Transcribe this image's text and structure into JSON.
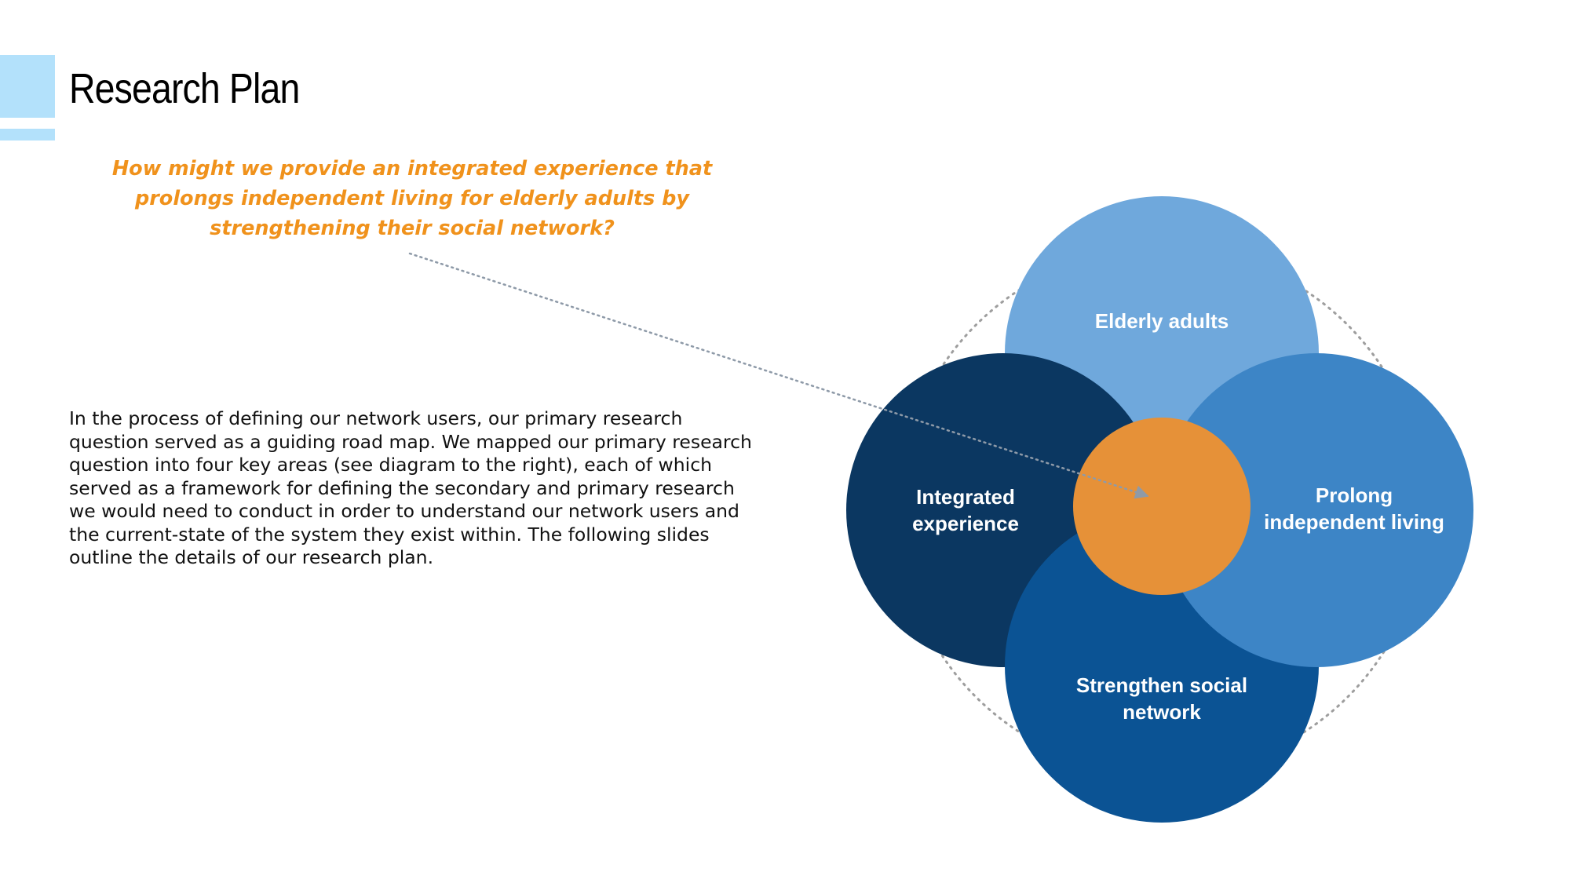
{
  "header": {
    "title": "Research Plan"
  },
  "question": {
    "text": "How might we provide an integrated experience that prolongs independent living for elderly adults by strengthening their social network?"
  },
  "body": {
    "paragraph": "In the process of defining our network users, our primary research question served as a guiding road map. We mapped our primary research question into four key areas (see diagram to the right), each of which served as a framework for defining the secondary and primary research we would need to conduct in order to understand our network users and the current-state of the system they exist within. The following slides outline the details of our research plan."
  },
  "diagram": {
    "areas": {
      "top": {
        "line1": "Elderly adults",
        "color": "#6fa8dc"
      },
      "left": {
        "line1": "Integrated",
        "line2": "experience",
        "color": "#0b3761"
      },
      "right": {
        "line1": "Prolong",
        "line2": "independent living",
        "color": "#3d85c6"
      },
      "bottom": {
        "line1": "Strengthen social",
        "line2": "network",
        "color": "#0b5394"
      }
    },
    "center_color": "#e69138"
  },
  "colors": {
    "accent": "#b3e1fb",
    "question": "#f0921c"
  }
}
